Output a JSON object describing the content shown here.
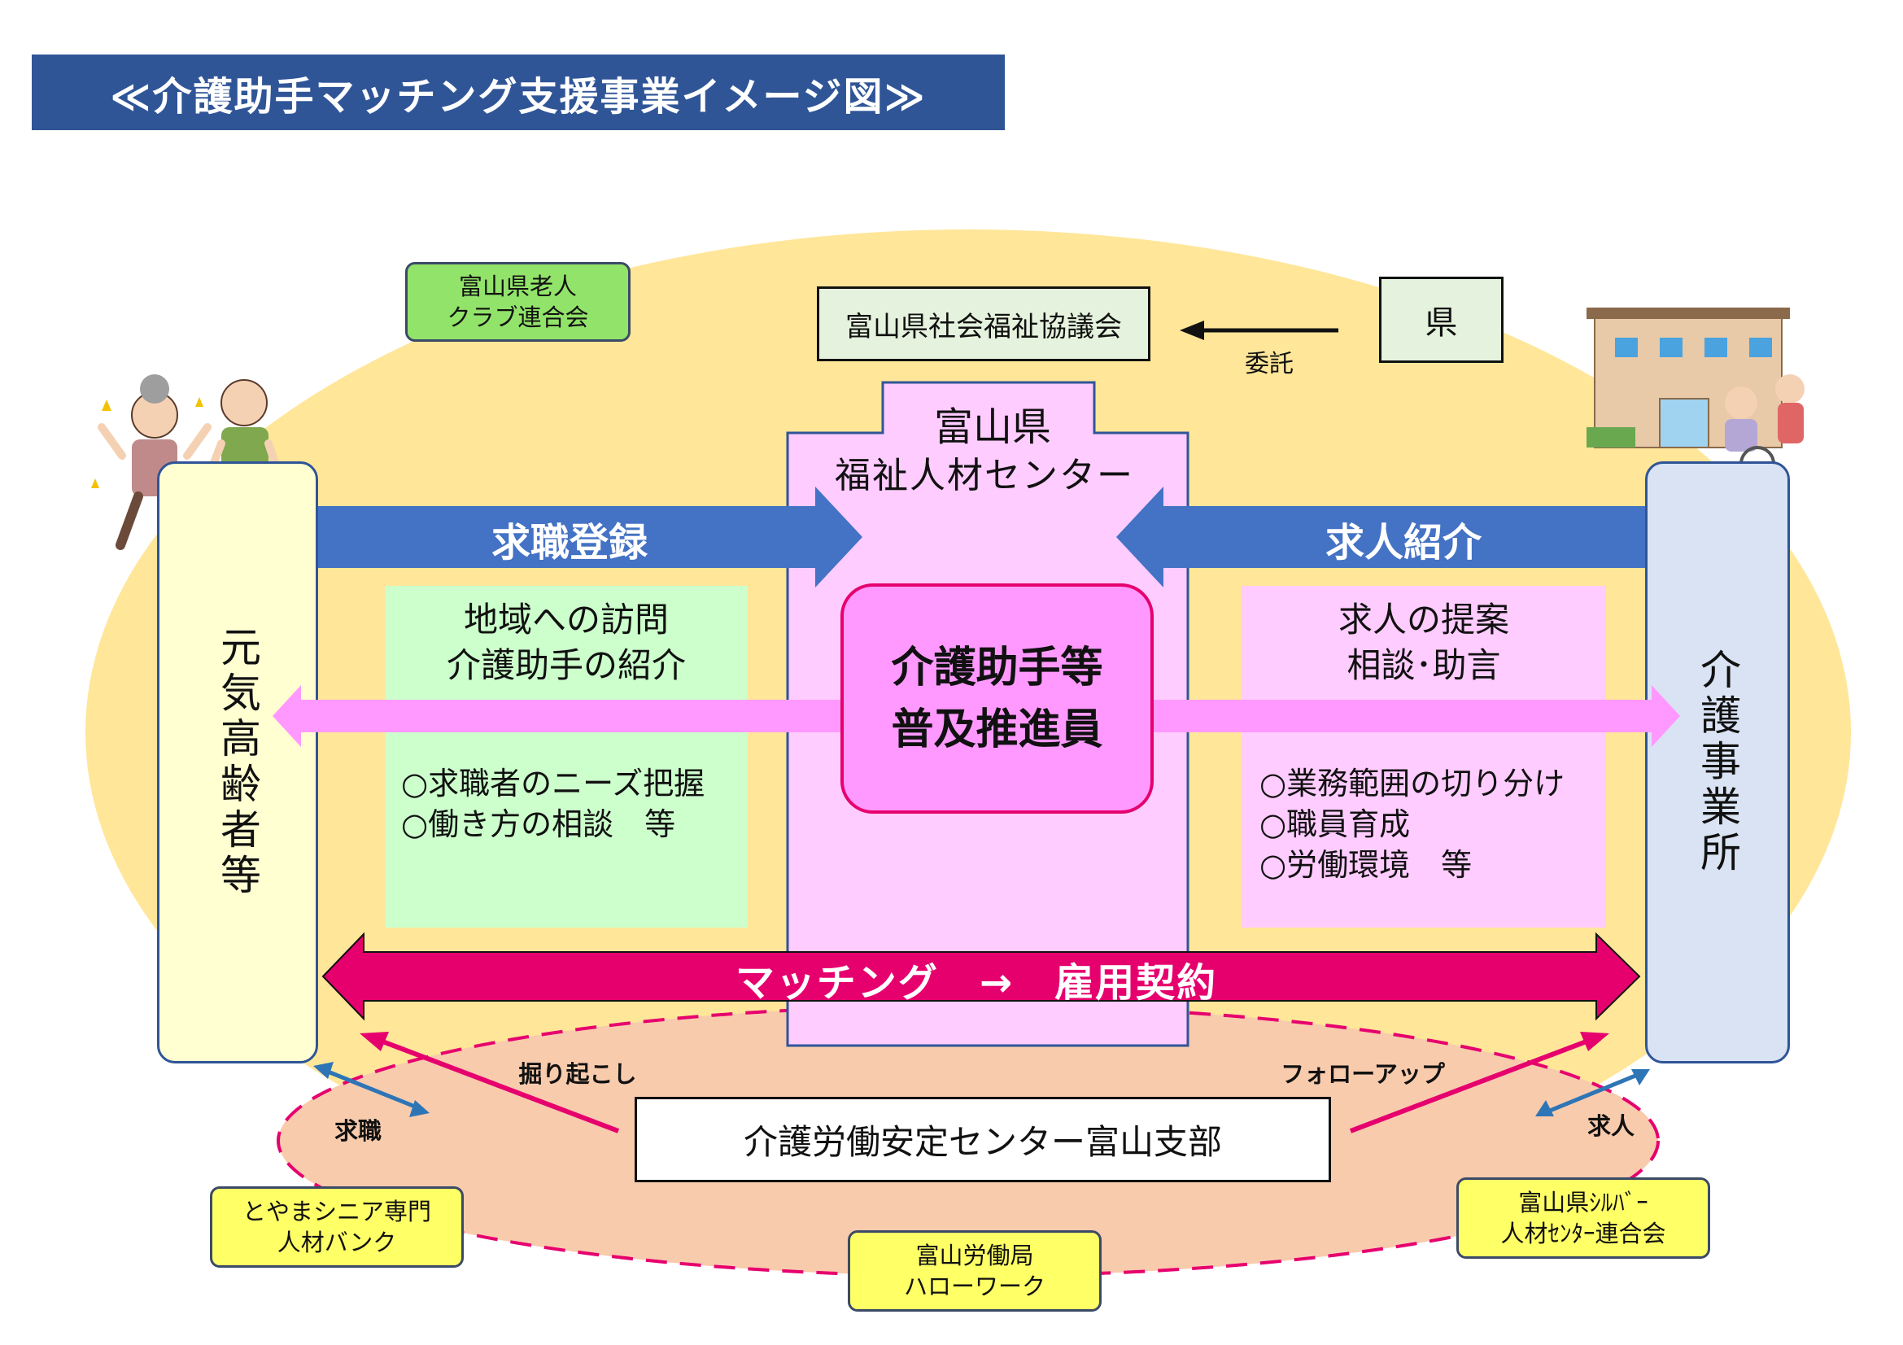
{
  "title": "≪介護助手マッチング支援事業イメージ図≫",
  "orgs": {
    "roujin_club": "富山県老人\nクラブ連合会",
    "shakyo": "富山県社会福祉協議会",
    "ken": "県",
    "itaku": "委託",
    "center_line1": "富山県",
    "center_line2": "福祉人材センター",
    "senior_bank": "とやまシニア専門\n人材バンク",
    "roudoukyoku": "富山労働局\nハローワーク",
    "silver": "富山県ｼﾙﾊﾞｰ\n人材ｾﾝﾀｰ連合会",
    "antei_center": "介護労働安定センター富山支部"
  },
  "left_column": "元気高齢者等",
  "right_column": "介護事業所",
  "arrows": {
    "left_top": "求職登録",
    "right_top": "求人紹介",
    "matching": "マッチング　→　雇用契約"
  },
  "left_box": {
    "heading": [
      "地域への訪問",
      "介護助手の紹介"
    ],
    "items": [
      "○求職者のニーズ把握",
      "○働き方の相談　等"
    ]
  },
  "right_box": {
    "heading": [
      "求人の提案",
      "相談･助言"
    ],
    "items": [
      "○業務範囲の切り分け",
      "○職員育成",
      "○労働環境　等"
    ]
  },
  "promoter": [
    "介護助手等",
    "普及推進員"
  ],
  "bottom_labels": {
    "horiokoshi": "掘り起こし",
    "followup": "フォローアップ",
    "kyushoku": "求職",
    "kyujin": "求人"
  },
  "colors": {
    "title_bg": "#2f5597",
    "ellipse_fill": "#ffe699",
    "bottom_ellipse": "#f8cbad",
    "dashed_red": "#e6006e",
    "blue_arrow": "#4472c4",
    "pink_arrow": "#ff99ff",
    "matching_arrow": "#e6006e",
    "center_column": "#ffccff"
  }
}
